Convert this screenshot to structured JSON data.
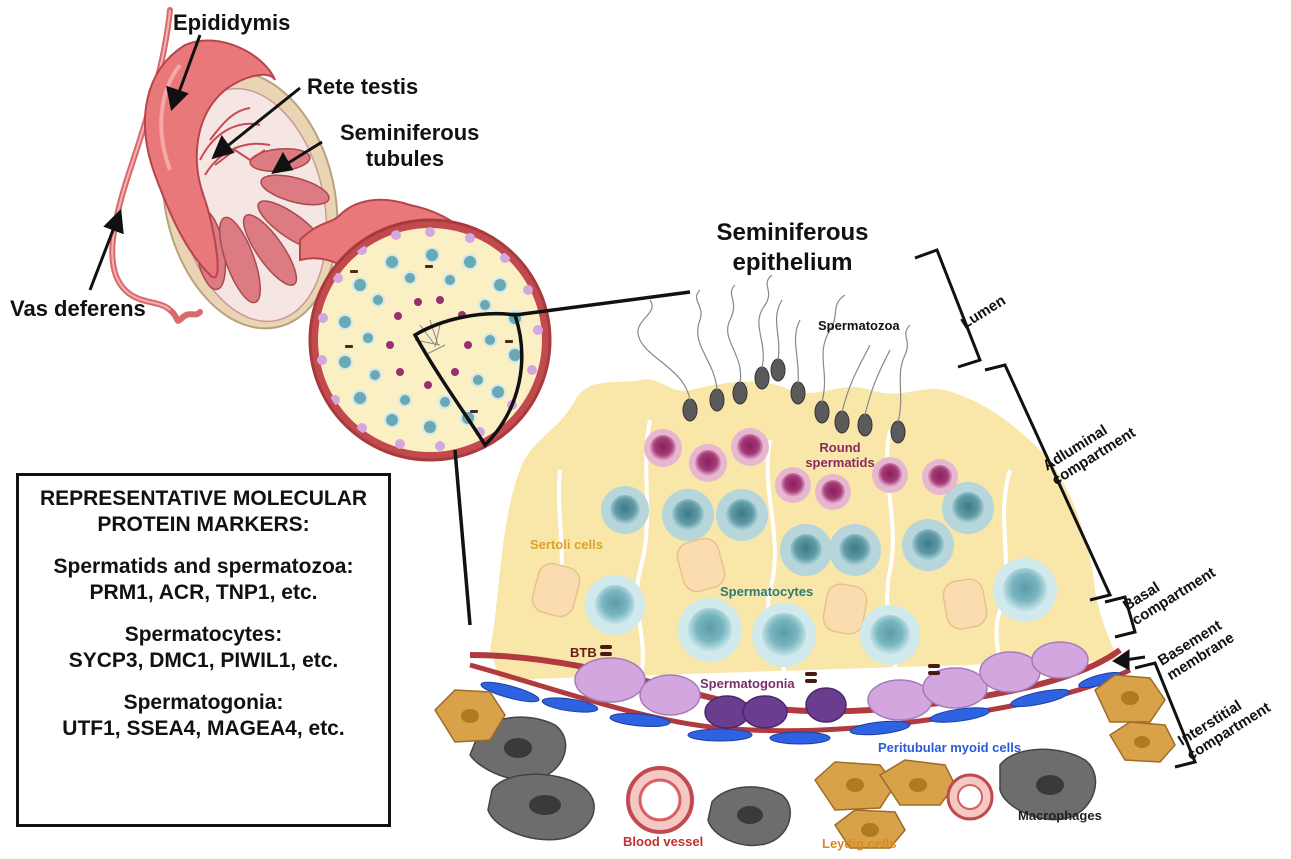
{
  "anatomy": {
    "epididymis": "Epididymis",
    "rete_testis": "Rete testis",
    "seminiferous_tubules_1": "Seminiferous",
    "seminiferous_tubules_2": "tubules",
    "vas_deferens": "Vas deferens"
  },
  "epithelium": {
    "title_1": "Seminiferous",
    "title_2": "epithelium"
  },
  "compartments": {
    "lumen": "Lumen",
    "adluminal_1": "Adluminal",
    "adluminal_2": "compartment",
    "basal_1": "Basal",
    "basal_2": "compartment",
    "basement_1": "Basement",
    "basement_2": "membrane",
    "interstitial_1": "Interstitial",
    "interstitial_2": "compartment"
  },
  "cells": {
    "spermatozoa": "Spermatozoa",
    "round_spermatids_1": "Round",
    "round_spermatids_2": "spermatids",
    "sertoli": "Sertoli cells",
    "spermatocytes": "Spermatocytes",
    "btb": "BTB",
    "spermatogonia": "Spermatogonia",
    "peritubular": "Peritubular myoid cells",
    "blood_vessel": "Blood vessel",
    "leydig": "Leydig cells",
    "macrophages": "Macrophages"
  },
  "markers": {
    "title_1": "REPRESENTATIVE MOLECULAR",
    "title_2": "PROTEIN MARKERS:",
    "group1_title": "Spermatids and spermatozoa:",
    "group1_list": "PRM1, ACR, TNP1, etc.",
    "group2_title": "Spermatocytes:",
    "group2_list": "SYCP3, DMC1, PIWIL1, etc.",
    "group3_title": "Spermatogonia:",
    "group3_list": "UTF1, SSEA4, MAGEA4, etc."
  },
  "colors": {
    "testis_pink": "#e8787a",
    "cytoplasm_yellow": "#f8e7a8",
    "spermatid_purple": "#9b2f6e",
    "spermatocyte_teal": "#5f9aa7",
    "spermatogonia_violet": "#6a3d8f",
    "peritubular_blue": "#2a5bd7",
    "leydig_orange": "#d8a24a",
    "macrophage_grey": "#6d6d6d",
    "sertoli_label": "#e0a030",
    "spermatocyte_label": "#2f7a74",
    "spermatogonia_label": "#7a2f6a",
    "blood_vessel_label": "#c23030",
    "leydig_label": "#d88a20"
  }
}
